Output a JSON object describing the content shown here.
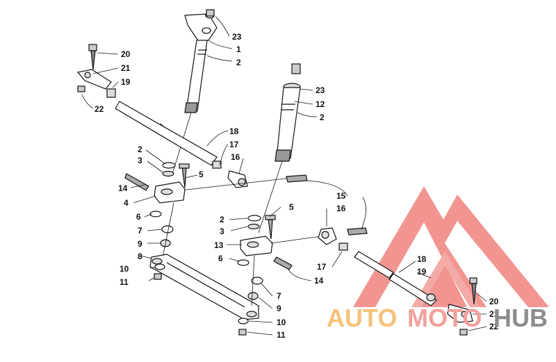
{
  "diagram": {
    "callouts": [
      "23",
      "1",
      "2",
      "20",
      "21",
      "19",
      "22",
      "23",
      "12",
      "2",
      "18",
      "17",
      "16",
      "2",
      "3",
      "5",
      "14",
      "4",
      "15",
      "16",
      "5",
      "6",
      "2",
      "3",
      "7",
      "13",
      "9",
      "8",
      "6",
      "10",
      "11",
      "17",
      "14",
      "7",
      "9",
      "10",
      "11",
      "18",
      "19",
      "20",
      "21",
      "22"
    ]
  },
  "watermark": {
    "part1": "AUTO",
    "part2": "MOTO",
    "part3": "HUB",
    "colors": {
      "triangle": "#f08a86",
      "text_orange": "#f6c27a",
      "text_red": "#f3a09a",
      "text_gray": "#8d8d8d"
    }
  }
}
